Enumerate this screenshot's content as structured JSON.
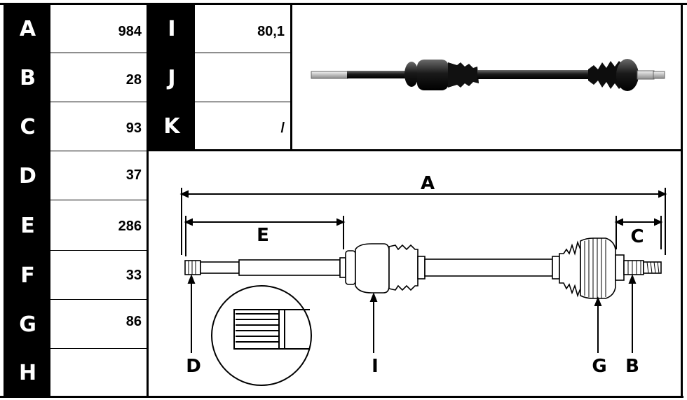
{
  "spec_table": {
    "left": [
      {
        "letter": "A",
        "value": "984"
      },
      {
        "letter": "B",
        "value": "28"
      },
      {
        "letter": "C",
        "value": "93"
      },
      {
        "letter": "D",
        "value": "37"
      },
      {
        "letter": "E",
        "value": "286"
      },
      {
        "letter": "F",
        "value": "33"
      },
      {
        "letter": "G",
        "value": "86"
      },
      {
        "letter": "H",
        "value": ""
      }
    ],
    "middle": [
      {
        "letter": "I",
        "value": "80,1"
      },
      {
        "letter": "J",
        "value": ""
      },
      {
        "letter": "K",
        "value": "/"
      }
    ]
  },
  "diagram_labels": {
    "A": "A",
    "E": "E",
    "C": "C",
    "D": "D",
    "I": "I",
    "G": "G",
    "B": "B"
  },
  "colors": {
    "ink": "#000000",
    "shaft_metal": "#2b2b2b",
    "shaft_highlight": "#d8d8d8"
  }
}
